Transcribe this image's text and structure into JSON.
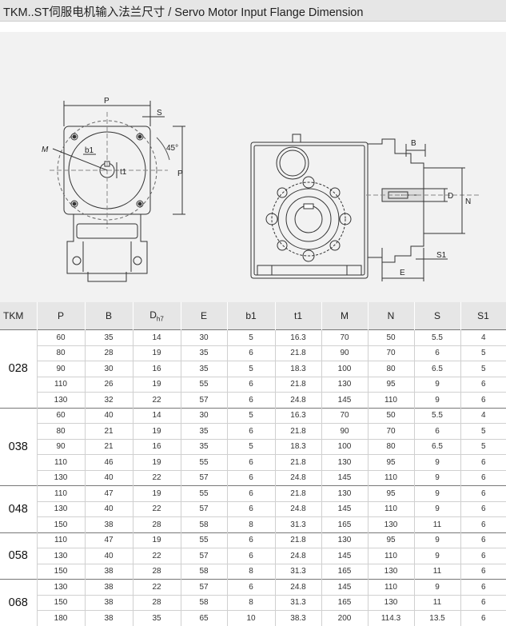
{
  "header": {
    "title": "TKM..ST伺服电机输入法兰尺寸 / Servo Motor Input Flange Dimension"
  },
  "drawing": {
    "left_view_labels": {
      "P_top": "P",
      "S": "S",
      "M": "M",
      "b1": "b1",
      "t1": "t1",
      "angle": "45°",
      "P_side": "P"
    },
    "right_view_labels": {
      "B": "B",
      "D": "D",
      "N": "N",
      "S1": "S1",
      "E": "E"
    }
  },
  "table": {
    "headers": {
      "model": "TKM",
      "P": "P",
      "B": "B",
      "D_main": "D",
      "D_sub": "h7",
      "E": "E",
      "b1": "b1",
      "t1": "t1",
      "M": "M",
      "N": "N",
      "S": "S",
      "S1": "S1"
    },
    "groups": [
      {
        "model": "028",
        "rows": [
          [
            "60",
            "35",
            "14",
            "30",
            "5",
            "16.3",
            "70",
            "50",
            "5.5",
            "4"
          ],
          [
            "80",
            "28",
            "19",
            "35",
            "6",
            "21.8",
            "90",
            "70",
            "6",
            "5"
          ],
          [
            "90",
            "30",
            "16",
            "35",
            "5",
            "18.3",
            "100",
            "80",
            "6.5",
            "5"
          ],
          [
            "110",
            "26",
            "19",
            "55",
            "6",
            "21.8",
            "130",
            "95",
            "9",
            "6"
          ],
          [
            "130",
            "32",
            "22",
            "57",
            "6",
            "24.8",
            "145",
            "110",
            "9",
            "6"
          ]
        ]
      },
      {
        "model": "038",
        "rows": [
          [
            "60",
            "40",
            "14",
            "30",
            "5",
            "16.3",
            "70",
            "50",
            "5.5",
            "4"
          ],
          [
            "80",
            "21",
            "19",
            "35",
            "6",
            "21.8",
            "90",
            "70",
            "6",
            "5"
          ],
          [
            "90",
            "21",
            "16",
            "35",
            "5",
            "18.3",
            "100",
            "80",
            "6.5",
            "5"
          ],
          [
            "110",
            "46",
            "19",
            "55",
            "6",
            "21.8",
            "130",
            "95",
            "9",
            "6"
          ],
          [
            "130",
            "40",
            "22",
            "57",
            "6",
            "24.8",
            "145",
            "110",
            "9",
            "6"
          ]
        ]
      },
      {
        "model": "048",
        "rows": [
          [
            "110",
            "47",
            "19",
            "55",
            "6",
            "21.8",
            "130",
            "95",
            "9",
            "6"
          ],
          [
            "130",
            "40",
            "22",
            "57",
            "6",
            "24.8",
            "145",
            "110",
            "9",
            "6"
          ],
          [
            "150",
            "38",
            "28",
            "58",
            "8",
            "31.3",
            "165",
            "130",
            "11",
            "6"
          ]
        ]
      },
      {
        "model": "058",
        "rows": [
          [
            "110",
            "47",
            "19",
            "55",
            "6",
            "21.8",
            "130",
            "95",
            "9",
            "6"
          ],
          [
            "130",
            "40",
            "22",
            "57",
            "6",
            "24.8",
            "145",
            "110",
            "9",
            "6"
          ],
          [
            "150",
            "38",
            "28",
            "58",
            "8",
            "31.3",
            "165",
            "130",
            "11",
            "6"
          ]
        ]
      },
      {
        "model": "068",
        "rows": [
          [
            "130",
            "38",
            "22",
            "57",
            "6",
            "24.8",
            "145",
            "110",
            "9",
            "6"
          ],
          [
            "150",
            "38",
            "28",
            "58",
            "8",
            "31.3",
            "165",
            "130",
            "11",
            "6"
          ],
          [
            "180",
            "38",
            "35",
            "65",
            "10",
            "38.3",
            "200",
            "114.3",
            "13.5",
            "6"
          ]
        ]
      }
    ]
  }
}
